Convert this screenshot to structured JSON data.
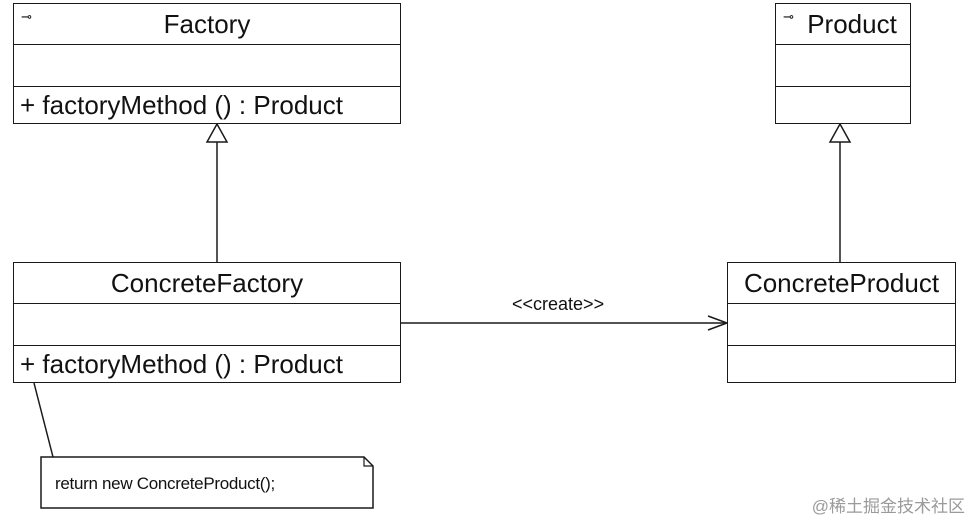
{
  "diagram": {
    "classes": {
      "factory": {
        "name": "Factory",
        "marker": "⊸",
        "operation": "+ factoryMethod () : Product"
      },
      "product": {
        "name": "Product",
        "marker": "⊸"
      },
      "concrete_factory": {
        "name": "ConcreteFactory",
        "operation": "+ factoryMethod () : Product"
      },
      "concrete_product": {
        "name": "ConcreteProduct"
      }
    },
    "association": {
      "label": "<<create>>"
    },
    "note": {
      "text": "return new ConcreteProduct();"
    },
    "watermark": "@稀土掘金技术社区"
  }
}
